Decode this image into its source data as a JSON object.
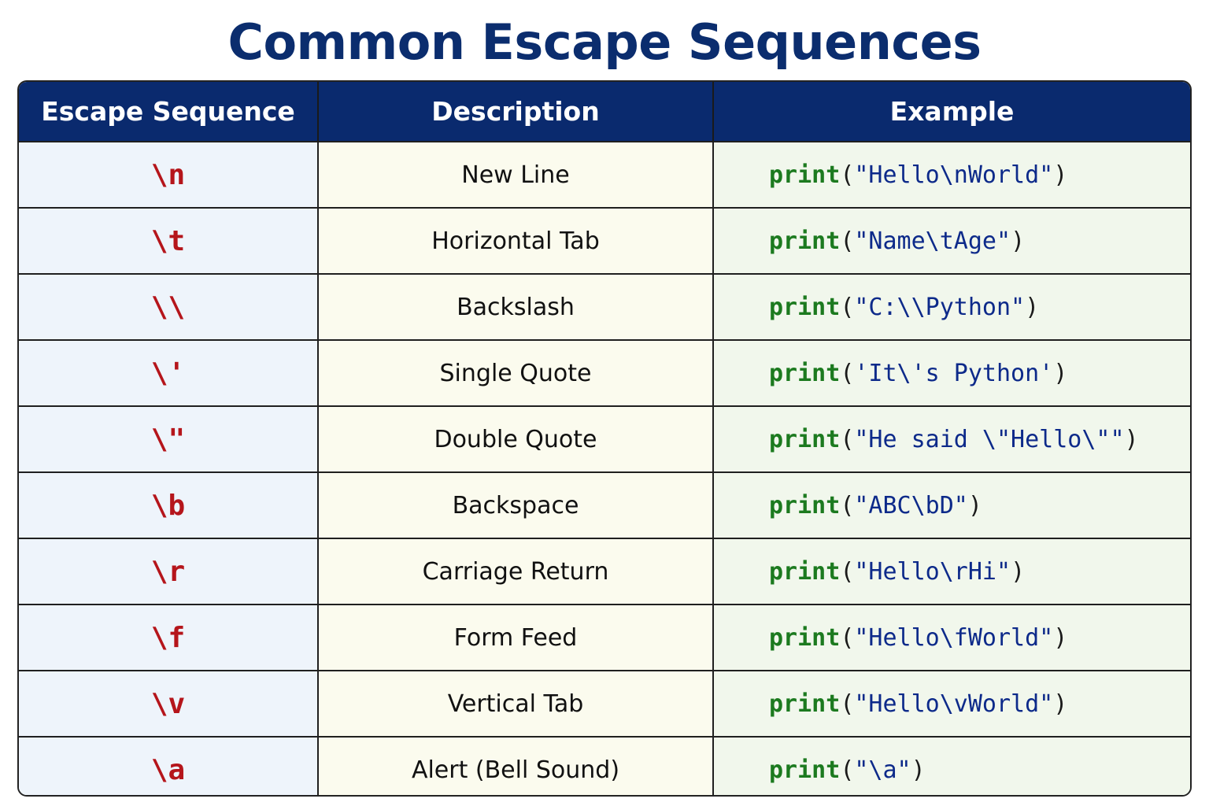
{
  "title": "Common Escape Sequences",
  "colors": {
    "title": "#0b2d6e",
    "header_bg": "#0a2a6e",
    "sequence_text": "#b5151b",
    "keyword": "#1c7a1f",
    "string": "#0d2a8a",
    "col1_bg": "#eef4fb",
    "col2_bg": "#fbfbee",
    "col3_bg": "#f1f7ec"
  },
  "table": {
    "headers": [
      "Escape Sequence",
      "Description",
      "Example"
    ],
    "rows": [
      {
        "sequence": "\\n",
        "description": "New Line",
        "example_func": "print",
        "example_open": "(",
        "example_string": "\"Hello\\nWorld\"",
        "example_close": ")"
      },
      {
        "sequence": "\\t",
        "description": "Horizontal Tab",
        "example_func": "print",
        "example_open": "(",
        "example_string": "\"Name\\tAge\"",
        "example_close": ")"
      },
      {
        "sequence": "\\\\",
        "description": "Backslash",
        "example_func": "print",
        "example_open": "(",
        "example_string": "\"C:\\\\Python\"",
        "example_close": ")"
      },
      {
        "sequence": "\\'",
        "description": "Single Quote",
        "example_func": "print",
        "example_open": "(",
        "example_string": "'It\\'s Python'",
        "example_close": ")"
      },
      {
        "sequence": "\\\"",
        "description": "Double Quote",
        "example_func": "print",
        "example_open": "(",
        "example_string": "\"He said \\\"Hello\\\"\"",
        "example_close": ")"
      },
      {
        "sequence": "\\b",
        "description": "Backspace",
        "example_func": "print",
        "example_open": "(",
        "example_string": "\"ABC\\bD\"",
        "example_close": ")"
      },
      {
        "sequence": "\\r",
        "description": "Carriage Return",
        "example_func": "print",
        "example_open": "(",
        "example_string": "\"Hello\\rHi\"",
        "example_close": ")"
      },
      {
        "sequence": "\\f",
        "description": "Form Feed",
        "example_func": "print",
        "example_open": "(",
        "example_string": "\"Hello\\fWorld\"",
        "example_close": ")"
      },
      {
        "sequence": "\\v",
        "description": "Vertical Tab",
        "example_func": "print",
        "example_open": "(",
        "example_string": "\"Hello\\vWorld\"",
        "example_close": ")"
      },
      {
        "sequence": "\\a",
        "description": "Alert (Bell Sound)",
        "example_func": "print",
        "example_open": "(",
        "example_string": "\"\\a\"",
        "example_close": ")"
      }
    ]
  }
}
